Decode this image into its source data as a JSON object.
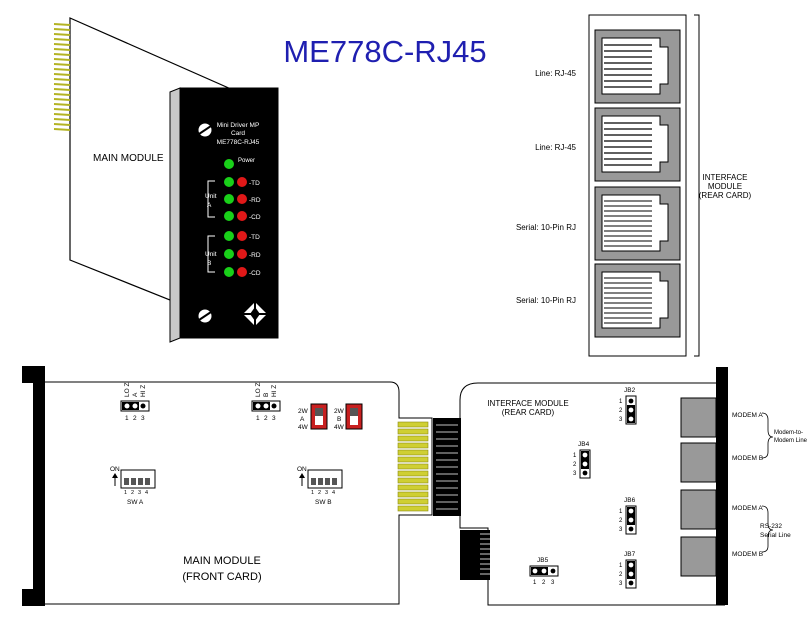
{
  "title": "ME778C-RJ45",
  "main_module_label": "MAIN MODULE",
  "front_panel": {
    "line1": "Mini Driver MP",
    "line2": "Card",
    "line3": "ME778C-RJ45",
    "power": "Power",
    "unit_a": [
      "Unit",
      "A"
    ],
    "unit_b": [
      "Unit",
      "B"
    ],
    "leds": [
      "-TD",
      "-RD",
      "-CD",
      "-TD",
      "-RD",
      "-CD"
    ]
  },
  "rear_ports": [
    "Line:  RJ-45",
    "Line:  RJ-45",
    "Serial:  10-Pin RJ",
    "Serial:  10-Pin RJ"
  ],
  "interface_module_label": [
    "INTERFACE",
    "MODULE",
    "(REAR CARD)"
  ],
  "front_card": {
    "label": [
      "MAIN MODULE",
      "(FRONT CARD)"
    ],
    "jumper_header": [
      "LO Z",
      "A",
      "HI Z"
    ],
    "jumper_header_b": [
      "LO Z",
      "B",
      "HI Z"
    ],
    "pins": [
      "1",
      "2",
      "3"
    ],
    "switch_a": {
      "sw": "2W",
      "id": "A",
      "sw2": "4W"
    },
    "switch_b": {
      "sw": "2W",
      "id": "B",
      "sw2": "4W"
    },
    "dip_on": "ON",
    "dip_numbers": [
      "1",
      "2",
      "3",
      "4"
    ],
    "sw_a": "SW  A",
    "sw_b": "SW  B"
  },
  "rear_card": {
    "label": [
      "INTERFACE MODULE",
      "(REAR CARD)"
    ],
    "jumpers": [
      "JB2",
      "JB4",
      "JB6",
      "JB7",
      "JB5"
    ],
    "pins": [
      "1",
      "2",
      "3"
    ],
    "modems": [
      "MODEM A",
      "MODEM B",
      "MODEM A",
      "MODEM B"
    ],
    "mm_line": [
      "Modem-to-",
      "Modem Line"
    ],
    "rs232": [
      "RS-232",
      "Serial Line"
    ]
  }
}
